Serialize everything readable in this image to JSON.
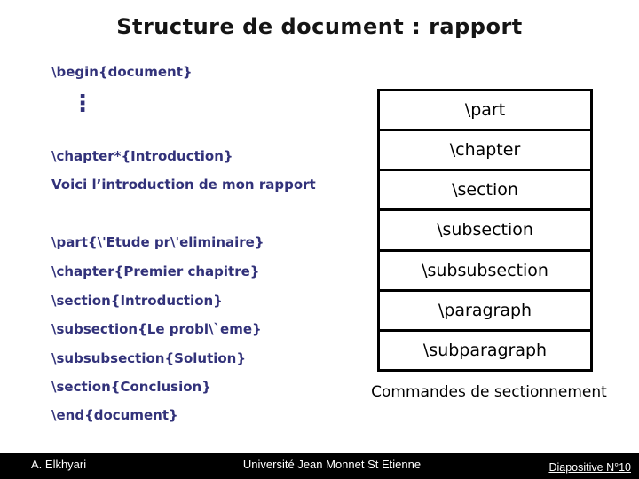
{
  "slide": {
    "title": "Structure de document : rapport",
    "colors": {
      "code_text": "#32327A",
      "title_text": "#151515",
      "table_border": "#000000",
      "footer_bg": "#000000",
      "footer_text": "#FFFFFF",
      "background": "#FFFFFF"
    }
  },
  "code": {
    "begin": "\\begin{document}",
    "dots": "⋮",
    "chapter_star": "\\chapter*{Introduction}",
    "intro_sentence": "Voici l’introduction de mon rapport",
    "part": "\\part{\\'Etude pr\\'eliminaire}",
    "chapter": "\\chapter{Premier chapitre}",
    "section_intro": "\\section{Introduction}",
    "subsection": "\\subsection{Le probl\\`eme}",
    "subsubsection": "\\subsubsection{Solution}",
    "section_conclusion": "\\section{Conclusion}",
    "end": "\\end{document}"
  },
  "table": {
    "rows": [
      "\\part",
      "\\chapter",
      "\\section",
      "\\subsection",
      "\\subsubsection",
      "\\paragraph",
      "\\subparagraph"
    ],
    "caption": "Commandes de sectionnement"
  },
  "footer": {
    "author": "A. Elkhyari",
    "institution": "Université Jean Monnet St Etienne",
    "slide_number": "Diapositive N°10"
  }
}
